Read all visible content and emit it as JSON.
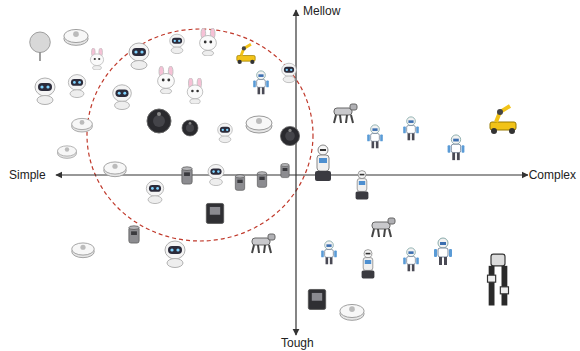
{
  "diagram": {
    "labels": [
      "Mellow",
      "Simple",
      "Complex",
      "Tough"
    ]
  }
}
